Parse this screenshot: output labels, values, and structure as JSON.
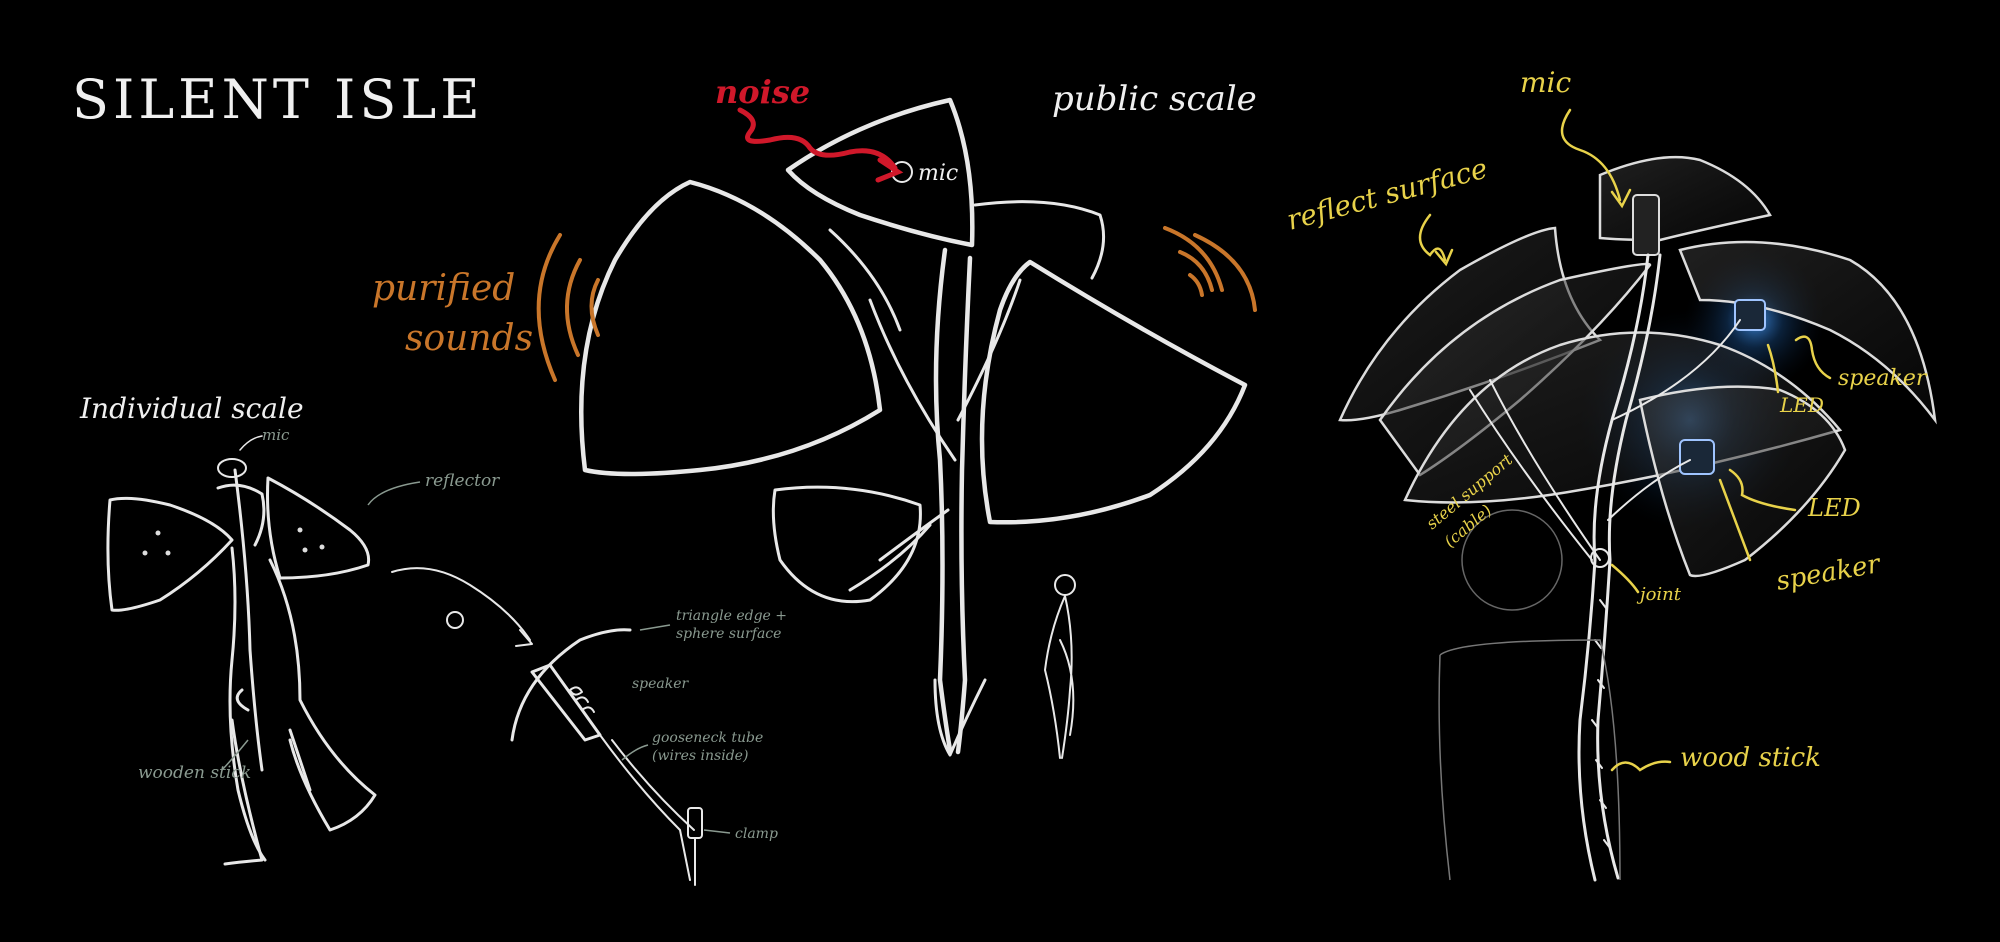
{
  "title": "SILENT ISLE",
  "colors": {
    "background": "#000000",
    "chalk": "#e8e8e8",
    "yellow": "#e8d24a",
    "orange": "#c9762a",
    "red": "#d0182a",
    "led_glow": "#2b8cff"
  },
  "individual": {
    "heading": "Individual scale",
    "mic": "mic",
    "reflector": "reflector",
    "wooden_stick": "wooden stick",
    "detail_edge_1": "triangle edge +",
    "detail_edge_2": "sphere surface",
    "detail_speaker": "speaker",
    "detail_tube_1": "gooseneck tube",
    "detail_tube_2": "(wires inside)",
    "detail_clamp": "clamp"
  },
  "public": {
    "heading": "public scale",
    "noise": "noise",
    "mic": "mic",
    "purified_1": "purified",
    "purified_2": "sounds"
  },
  "detail": {
    "mic": "mic",
    "reflect_surface": "reflect surface",
    "speaker_top": "speaker",
    "led_top": "LED",
    "led_bottom": "LED",
    "speaker_bottom": "speaker",
    "steel_1": "steel support",
    "steel_2": "(cable)",
    "joint": "joint",
    "wood_stick": "wood stick"
  }
}
